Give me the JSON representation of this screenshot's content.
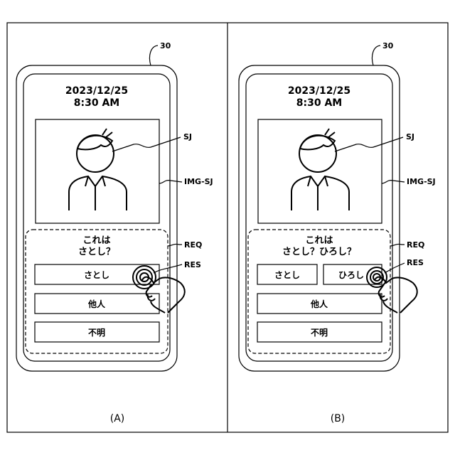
{
  "panels": [
    {
      "caption": "(A)",
      "device_ref": "30",
      "date": "2023/12/25",
      "time": "8:30 AM",
      "question_line1": "これは",
      "question_line2": "さとし？",
      "buttons": [
        "さとし",
        "他人",
        "不明"
      ],
      "refs": {
        "subject": "SJ",
        "image": "IMG-SJ",
        "request": "REQ",
        "response": "RES"
      }
    },
    {
      "caption": "(B)",
      "device_ref": "30",
      "date": "2023/12/25",
      "time": "8:30 AM",
      "question_line1": "これは",
      "question_line2": "さとし？ひろし？",
      "buttons": [
        "さとし",
        "ひろし",
        "他人",
        "不明"
      ],
      "refs": {
        "subject": "SJ",
        "image": "IMG-SJ",
        "request": "REQ",
        "response": "RES"
      }
    }
  ]
}
